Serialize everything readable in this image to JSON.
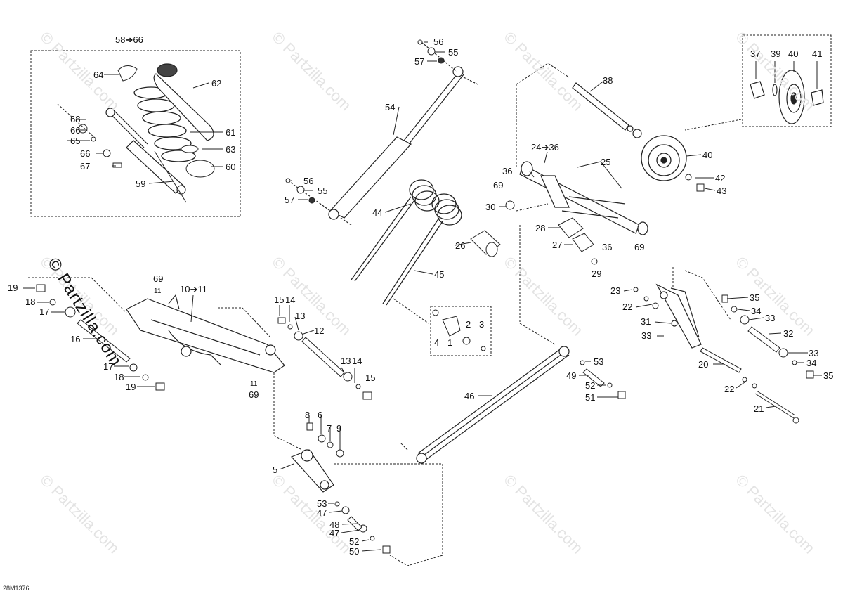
{
  "diagram": {
    "code": "28M1376",
    "watermark_main": "© Partzilla.com",
    "watermark_bg": "© Partzilla.com"
  },
  "callouts": {
    "c58_66": "58➔66",
    "c64": "64",
    "c62": "62",
    "c68": "68",
    "c66a": "66",
    "c65": "65",
    "c66b": "66",
    "c67": "67",
    "c61": "61",
    "c63": "63",
    "c60": "60",
    "c59": "59",
    "c56a": "56",
    "c55a": "55",
    "c57a": "57",
    "c54": "54",
    "c56b": "56",
    "c55b": "55",
    "c57b": "57",
    "c44": "44",
    "c26": "26",
    "c45": "45",
    "c38": "38",
    "c37": "37",
    "c39": "39",
    "c40a": "40",
    "c41": "41",
    "c24_36": "24➔36",
    "c25": "25",
    "c36a": "36",
    "c69a": "69",
    "c30": "30",
    "c40b": "40",
    "c42": "42",
    "c43": "43",
    "c28": "28",
    "c27": "27",
    "c36b": "36",
    "c69b": "69",
    "c29": "29",
    "c19a": "19",
    "c18a": "18",
    "c17a": "17",
    "c16": "16",
    "c17b": "17",
    "c18b": "18",
    "c19b": "19",
    "c69c": "69",
    "c11a": "11",
    "c10_11": "10➔11",
    "c11b": "11",
    "c69d": "69",
    "c15a": "15",
    "c14a": "14",
    "c13a": "13",
    "c12": "12",
    "c13b": "13",
    "c14b": "14",
    "c15b": "15",
    "c2": "2",
    "c3": "3",
    "c4": "4",
    "c1": "1",
    "c23": "23",
    "c22a": "22",
    "c31": "31",
    "c33a": "33",
    "c35a": "35",
    "c34a": "34",
    "c33b": "33",
    "c32": "32",
    "c33c": "33",
    "c34b": "34",
    "c35b": "35",
    "c20": "20",
    "c22b": "22",
    "c21": "21",
    "c53a": "53",
    "c49": "49",
    "c52a": "52",
    "c51": "51",
    "c46": "46",
    "c8": "8",
    "c6": "6",
    "c7": "7",
    "c9": "9",
    "c5": "5",
    "c53b": "53",
    "c47a": "47",
    "c48": "48",
    "c47b": "47",
    "c52b": "52",
    "c50": "50"
  }
}
